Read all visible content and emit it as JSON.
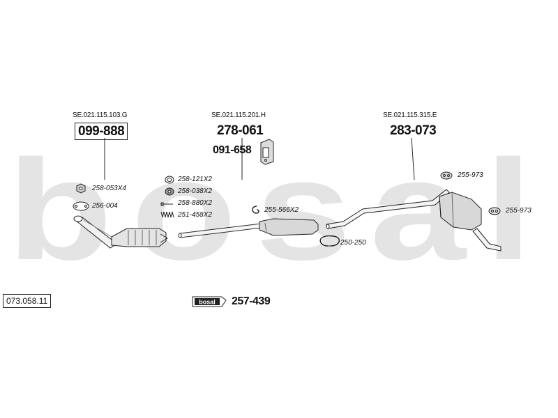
{
  "watermark": {
    "text": "bosal",
    "color": "#e4e4e4"
  },
  "colors": {
    "line": "#222222",
    "pipe_fill": "#f4f4f4",
    "part_fill": "#dcdcdc"
  },
  "groups": [
    {
      "ref": "SE.021.115.103.G",
      "main": "099-888",
      "main_boxed": true
    },
    {
      "ref": "SE.021.115.201.H",
      "main": "278-061",
      "sub": "091-658"
    },
    {
      "ref": "SE.021.115.315.E",
      "main": "283-073"
    }
  ],
  "parts": {
    "nut": "258-053X4",
    "gasket": "256-004",
    "ring_1": "258-121X2",
    "ring_2": "258-038X2",
    "bolt": "258-880X2",
    "spring": "251-458X2",
    "hanger_mid": "255-566X2",
    "clamp": "250-250",
    "hanger_rear_top": "255-973",
    "hanger_rear_right": "255-973"
  },
  "diagram_id": "073.058.11",
  "kit": {
    "logo": "bosal",
    "number": "257-439"
  }
}
